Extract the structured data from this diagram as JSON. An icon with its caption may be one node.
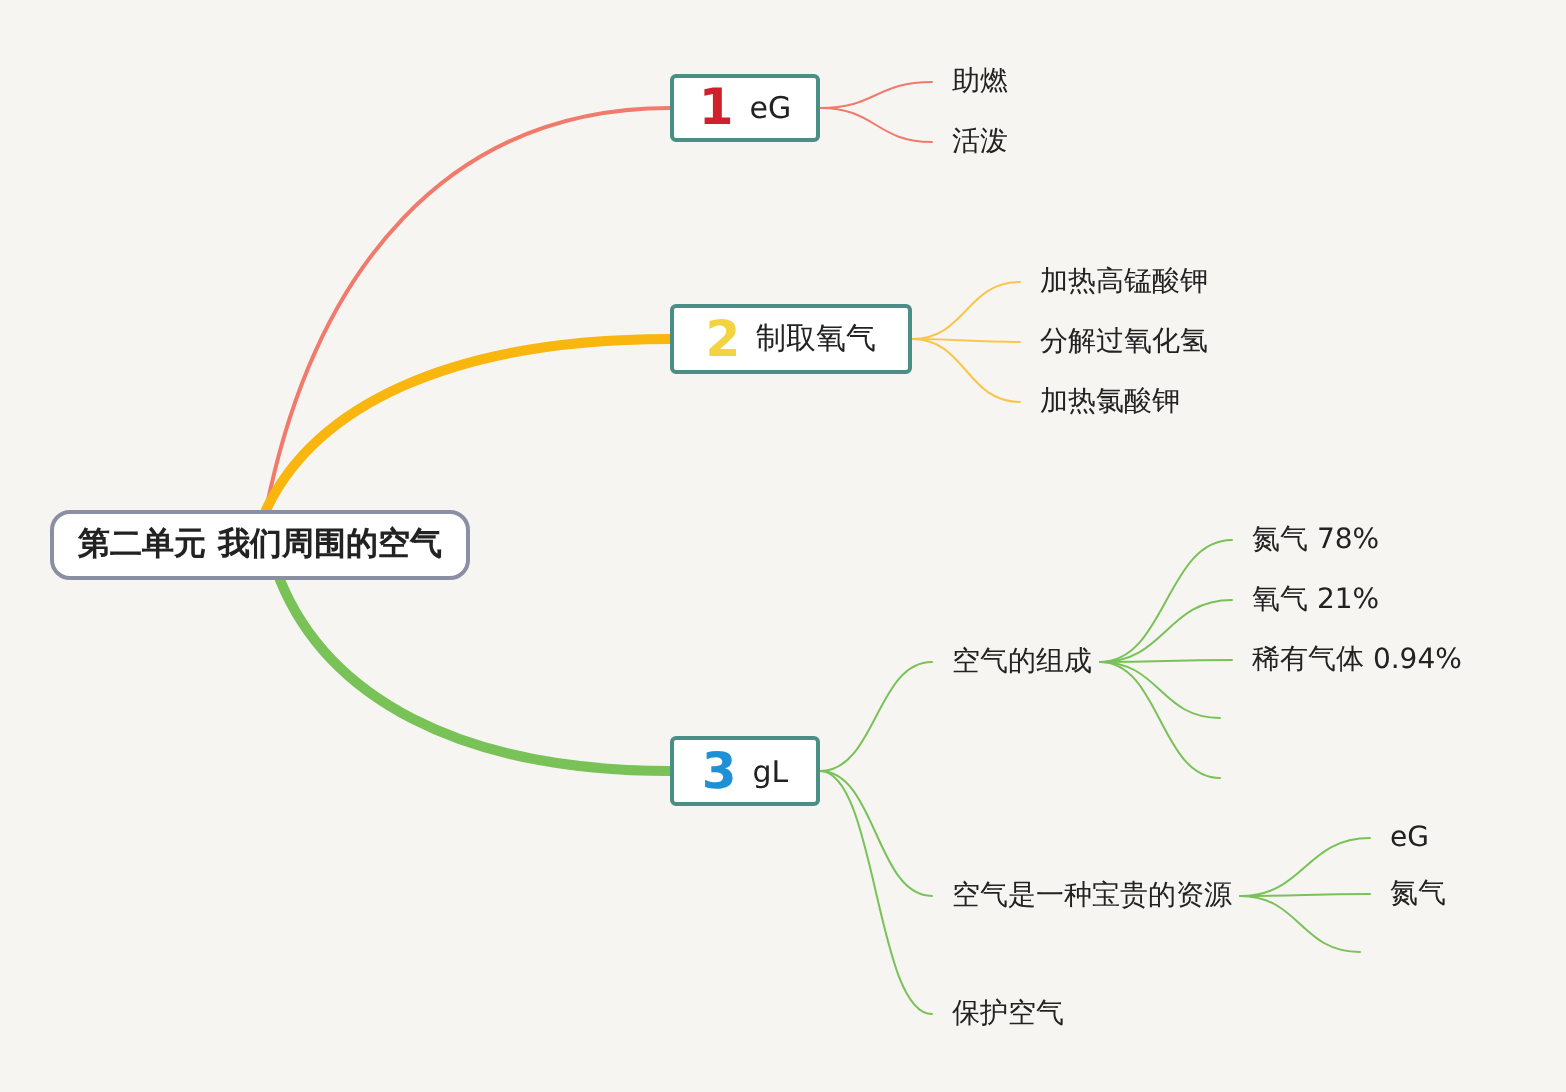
{
  "diagram": {
    "nodes": [
      {
        "text": [
          "第二单元 我们周围的空气"
        ]
      },
      {
        "text": [
          "1",
          "eG"
        ]
      },
      {
        "text": [
          "2",
          "制取氧气"
        ]
      },
      {
        "text": [
          "3",
          "gL"
        ]
      },
      {
        "text": [
          "助燃"
        ]
      },
      {
        "text": [
          "活泼"
        ]
      },
      {
        "text": [
          "加热高锰酸钾"
        ]
      },
      {
        "text": [
          "分解过氧化氢"
        ]
      },
      {
        "text": [
          "加热氯酸钾"
        ]
      },
      {
        "text": [
          "空气的组成"
        ]
      },
      {
        "text": [
          "空气是一种宝贵的资源"
        ]
      },
      {
        "text": [
          "保护空气"
        ]
      },
      {
        "text": [
          "氮气 78%"
        ]
      },
      {
        "text": [
          "氧气 21%"
        ]
      },
      {
        "text": [
          "稀有气体 0.94%"
        ]
      },
      {
        "text": [
          "eG"
        ]
      },
      {
        "text": [
          "氮气"
        ]
      }
    ],
    "edges": [
      {
        "from": 0,
        "to": 1,
        "arrow": "none",
        "color": "#f07a6c"
      },
      {
        "from": 0,
        "to": 2,
        "arrow": "none",
        "style": "thick",
        "color": "#f8b60f"
      },
      {
        "from": 0,
        "to": 3,
        "arrow": "none",
        "style": "thick"
      },
      {
        "from": 1,
        "to": 4,
        "arrow": "none",
        "color": "#f07a6c"
      },
      {
        "from": 1,
        "to": 5,
        "arrow": "none",
        "color": "#f07a6c"
      },
      {
        "from": 2,
        "to": 6,
        "arrow": "none",
        "color": "#f8c64a"
      },
      {
        "from": 2,
        "to": 7,
        "arrow": "none",
        "color": "#f8c64a"
      },
      {
        "from": 2,
        "to": 8,
        "arrow": "none",
        "color": "#f8c64a"
      },
      {
        "from": 3,
        "to": 9,
        "arrow": "none"
      },
      {
        "from": 3,
        "to": 10,
        "arrow": "none"
      },
      {
        "from": 3,
        "to": 11,
        "arrow": "none"
      },
      {
        "from": 9,
        "to": 12,
        "arrow": "none"
      },
      {
        "from": 9,
        "to": 13,
        "arrow": "none"
      },
      {
        "from": 9,
        "to": 14,
        "arrow": "none"
      },
      {
        "from": 9,
        "to": null,
        "arrow": "none"
      },
      {
        "from": 9,
        "to": null,
        "arrow": "none"
      },
      {
        "from": 10,
        "to": 15,
        "arrow": "none"
      },
      {
        "from": 10,
        "to": 16,
        "arrow": "none"
      },
      {
        "from": 10,
        "to": null,
        "arrow": "none"
      }
    ]
  }
}
